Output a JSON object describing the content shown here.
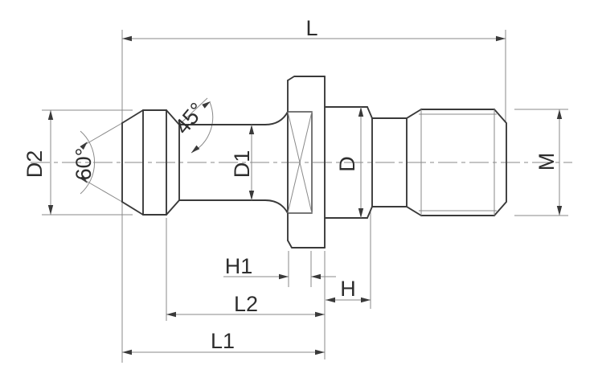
{
  "dims": {
    "L": "L",
    "D2": "D2",
    "angle60": "60°",
    "angle45": "45°",
    "D1": "D1",
    "D": "D",
    "M": "M",
    "H1": "H1",
    "L2": "L2",
    "H": "H",
    "L1": "L1"
  }
}
